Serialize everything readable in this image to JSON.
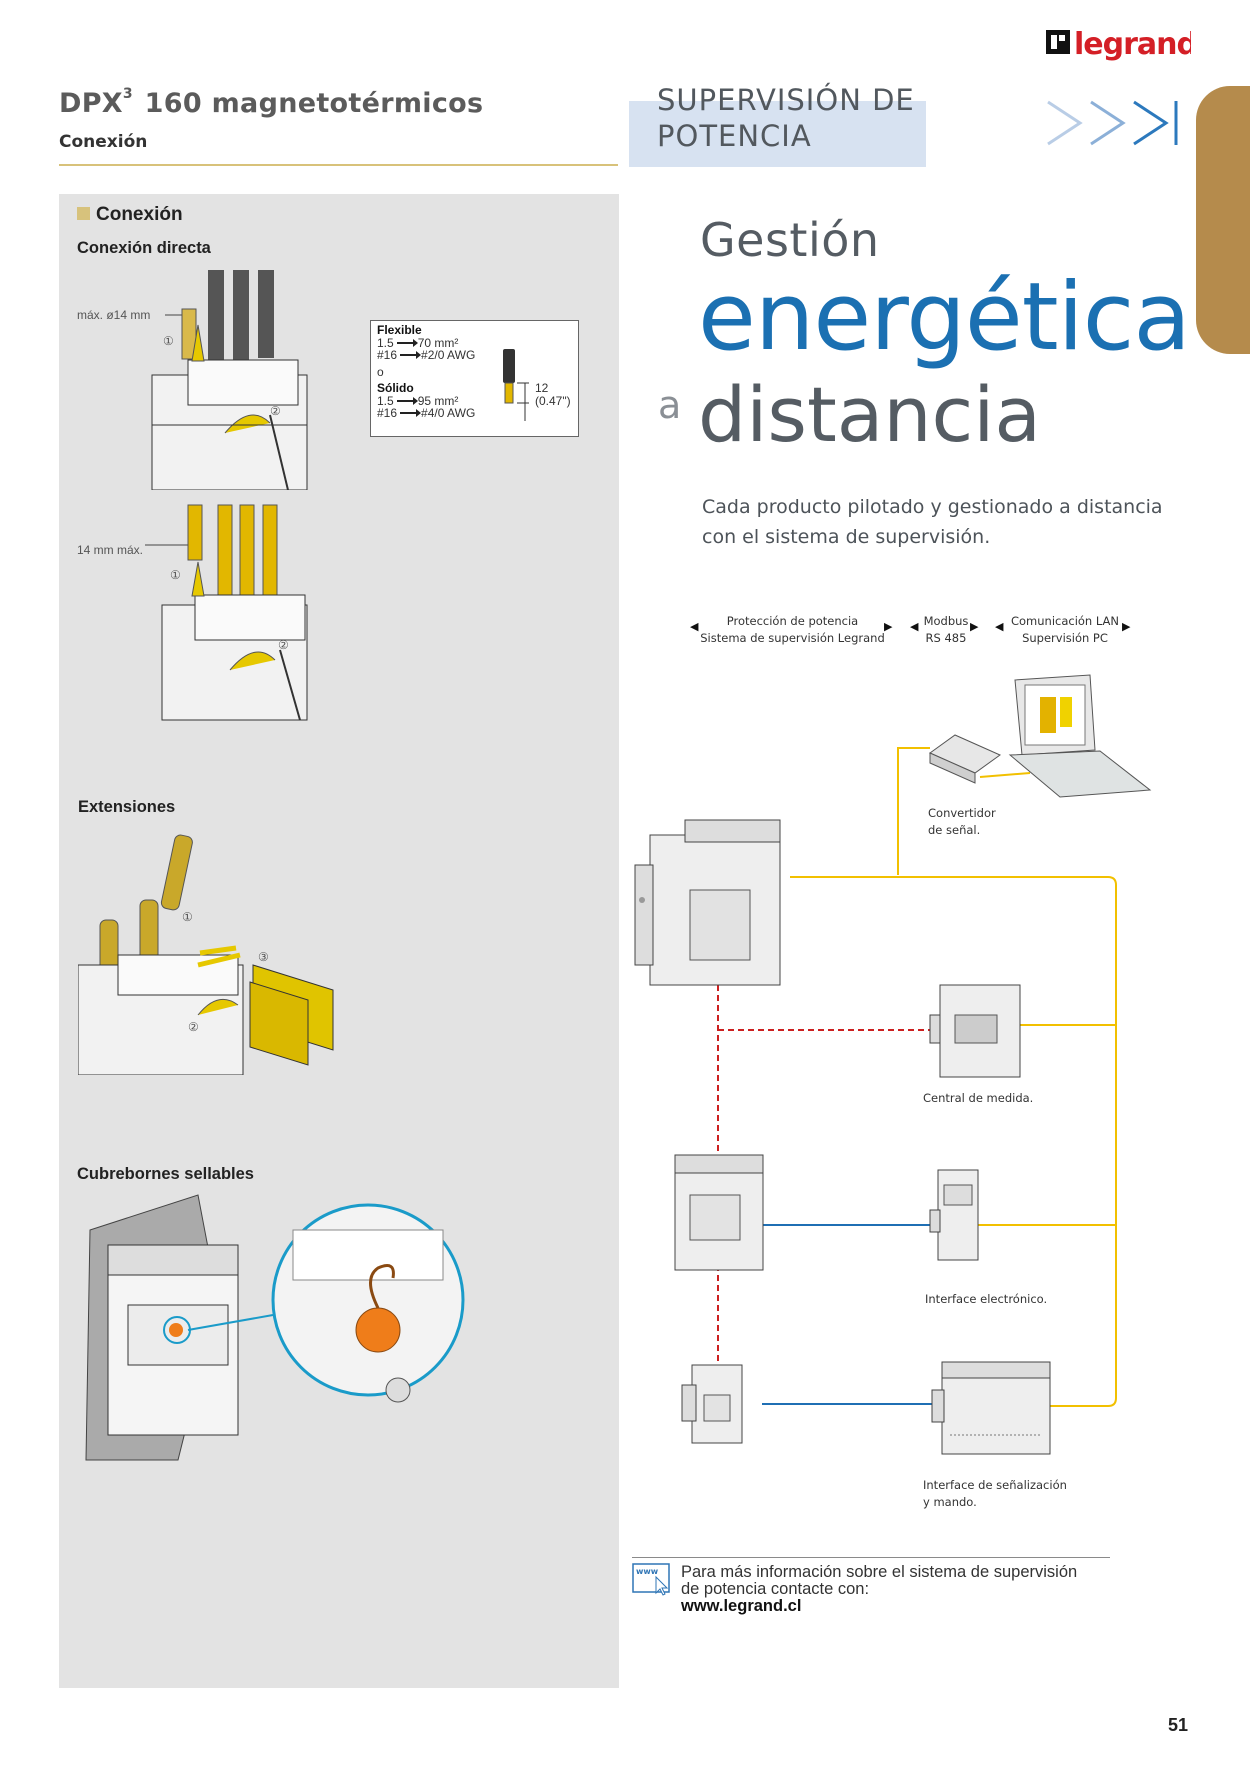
{
  "brand": {
    "name": "legrand"
  },
  "header": {
    "title_main": "DPX",
    "title_sup": "3",
    "title_rest": " 160 magnetotérmicos",
    "subtitle": "Conexión",
    "section_line1": "SUPERVISIÓN DE",
    "section_line2": "POTENCIA"
  },
  "left_panel": {
    "heading": "Conexión",
    "direct": {
      "label": "Conexión directa",
      "max_diameter": "máx. ø14 mm",
      "max_width": "14 mm máx."
    },
    "cable_table": {
      "flexible_label": "Flexible",
      "flex_row1_from": "1.5",
      "flex_row1_to": "70 mm²",
      "flex_row2_from": "#16",
      "flex_row2_to": "#2/0 AWG",
      "or": "o",
      "solid_label": "Sólido",
      "solid_row1_from": "1.5",
      "solid_row1_to": "95 mm²",
      "solid_row2_from": "#16",
      "solid_row2_to": "#4/0 AWG",
      "strip_mm": "12",
      "strip_in": "(0.47\")"
    },
    "extensions_label": "Extensiones",
    "covers_label": "Cubrebornes sellables",
    "step1": "①",
    "step2": "②",
    "step3": "③"
  },
  "main": {
    "word1": "Gestión",
    "word2": "energética",
    "word3_prefix": "a",
    "word3": "distancia",
    "intro": "Cada producto pilotado y gestionado a distancia con el sistema de supervisión."
  },
  "diagram": {
    "legend": [
      {
        "line1": "Protección de potencia",
        "line2": "Sistema de supervisión Legrand"
      },
      {
        "line1": "Modbus",
        "line2": "RS 485"
      },
      {
        "line1": "Comunicación LAN",
        "line2": "Supervisión PC"
      }
    ],
    "labels": {
      "converter_1": "Convertidor",
      "converter_2": "de señal.",
      "meter": "Central de medida.",
      "electronic": "Interface electrónico.",
      "signal_1": "Interface de señalización",
      "signal_2": "y mando."
    },
    "colors": {
      "lan": "#f2c000",
      "modbus": "#1f6fb4",
      "power": "#cc1f1f"
    }
  },
  "footer": {
    "www_icon_text": "www",
    "line1": "Para más información sobre el sistema de supervisión",
    "line2": "de potencia contacte con:",
    "url": "www.legrand.cl"
  },
  "page_number": "51"
}
